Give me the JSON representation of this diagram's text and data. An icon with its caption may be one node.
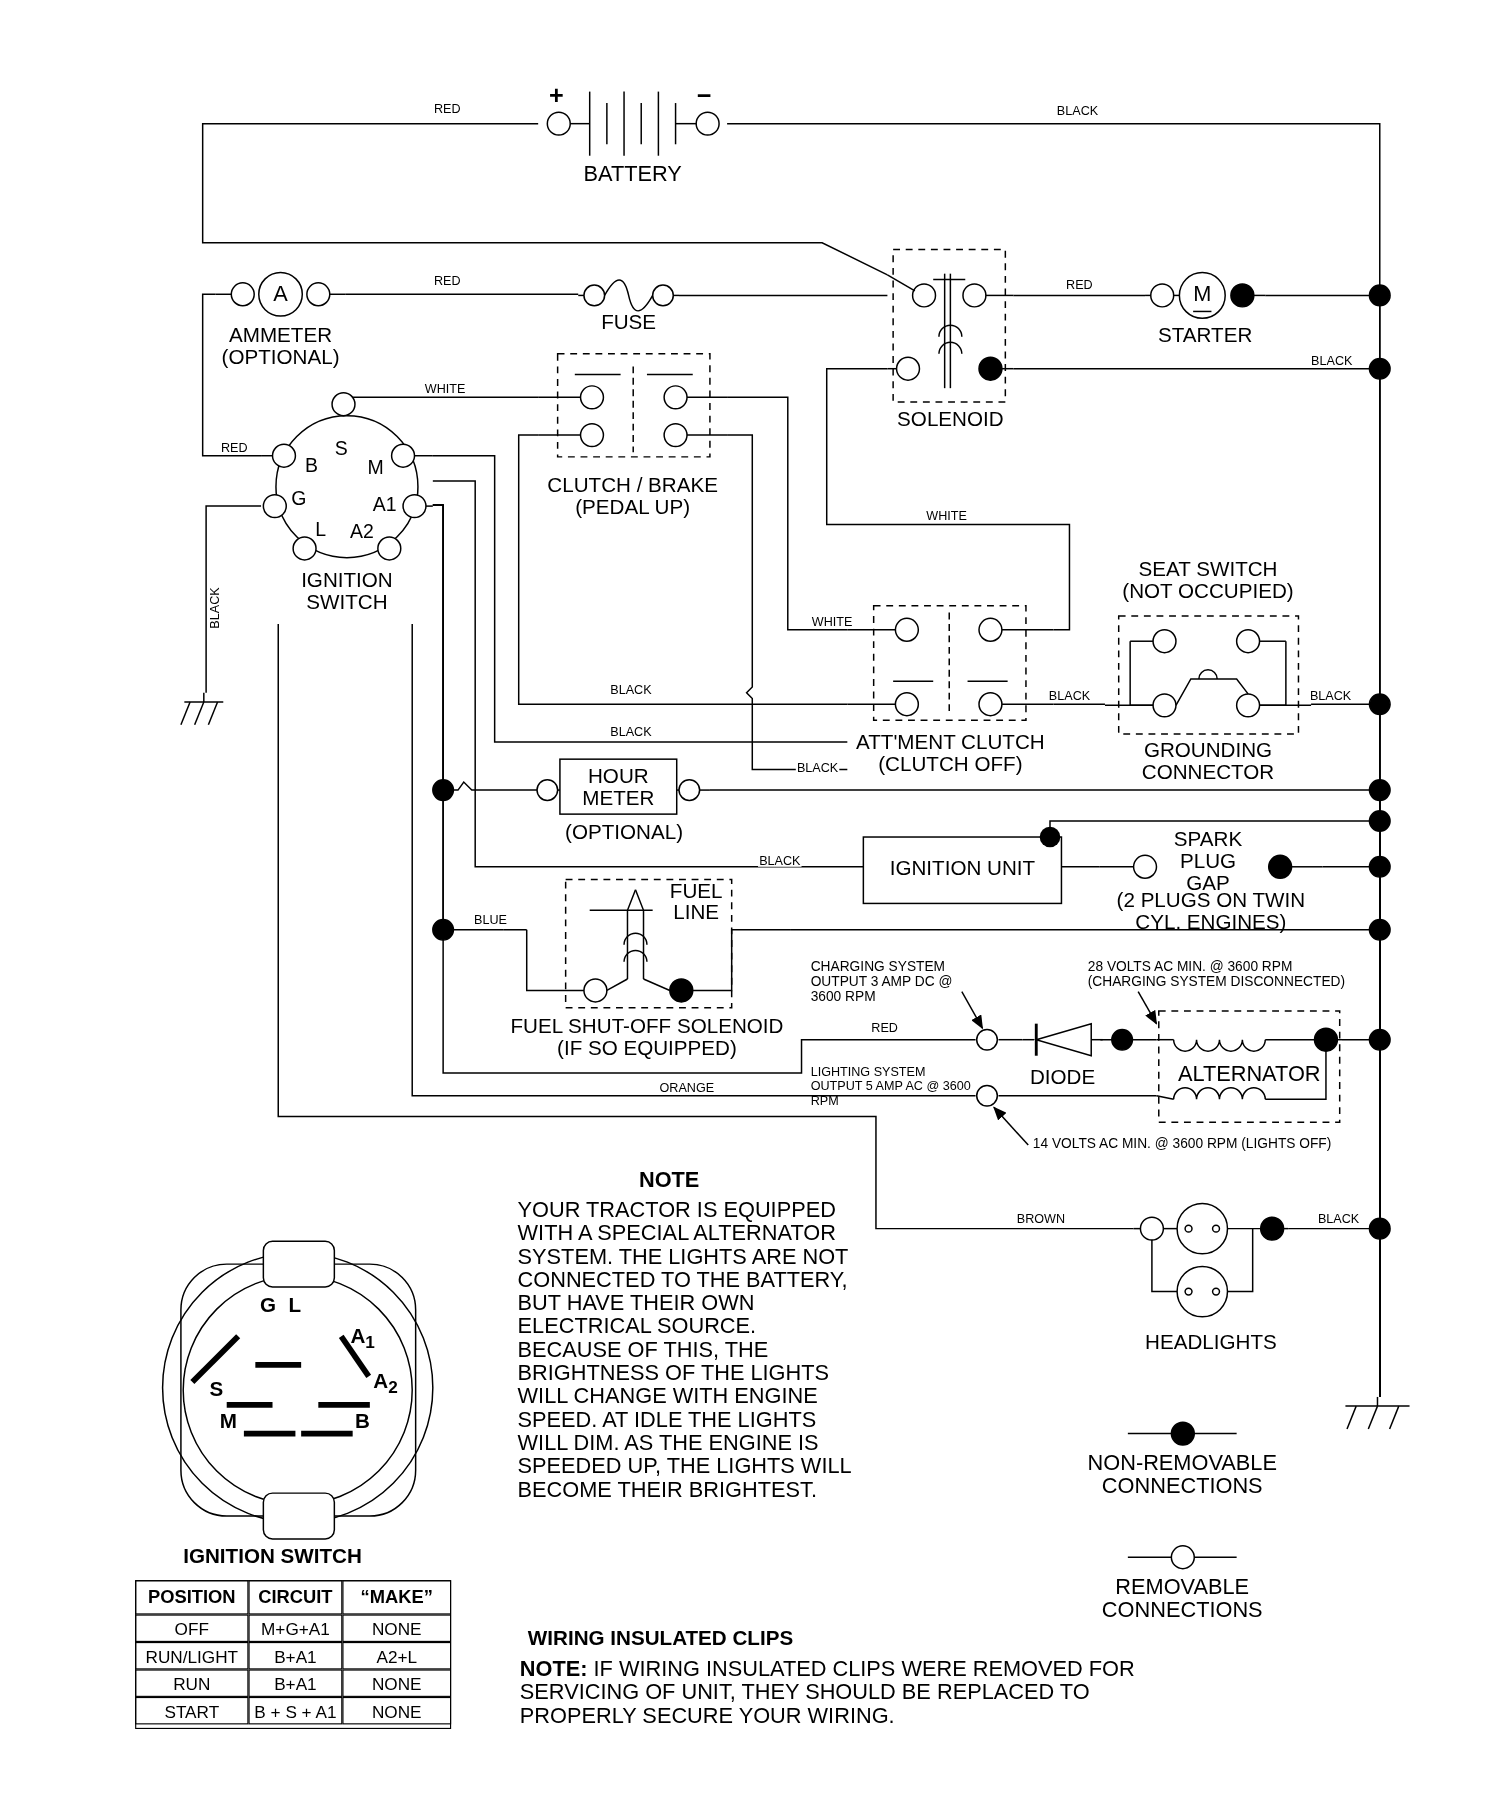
{
  "diagram": {
    "nodes": [
      {
        "text": [
          "+",
          "−",
          "BATTERY"
        ]
      },
      {
        "text": [
          "A",
          "AMMETER (OPTIONAL)"
        ]
      },
      {
        "text": [
          "FUSE"
        ]
      },
      {
        "text": [
          "SOLENOID"
        ]
      },
      {
        "text": [
          "M",
          "STARTER"
        ]
      },
      {
        "text": [
          "B",
          "S",
          "M",
          "G",
          "A1",
          "L",
          "A2",
          "IGNITION SWITCH"
        ]
      },
      {
        "text": [
          "CLUTCH / BRAKE (PEDAL UP)"
        ]
      },
      {
        "text": [
          "ATT'MENT CLUTCH (CLUTCH OFF)"
        ]
      },
      {
        "text": [
          "SEAT SWITCH (NOT OCCUPIED)",
          "GROUNDING CONNECTOR"
        ]
      },
      {
        "text": [
          "HOUR METER"
        ],
        "beside": [
          "(OPTIONAL)"
        ]
      },
      {
        "text": [
          "IGNITION UNIT"
        ]
      },
      {
        "text": [
          "SPARK PLUG GAP",
          "(2 PLUGS ON TWIN CYL. ENGINES)"
        ]
      },
      {
        "text": [
          "FUEL LINE",
          "FUEL SHUT-OFF SOLENOID (IF SO EQUIPPED)"
        ]
      },
      {
        "text": [
          "DIODE"
        ]
      },
      {
        "text": [
          "ALTERNATOR"
        ]
      },
      {
        "text": [
          "HEADLIGHTS"
        ]
      },
      {
        "text": [],
        "shape": "ground"
      },
      {
        "text": [],
        "shape": "ground"
      },
      {
        "text": [
          "CHARGING SYSTEM OUTPUT 3 AMP DC @ 3600 RPM"
        ]
      },
      {
        "text": [
          "28 VOLTS AC MIN. @ 3600 RPM (CHARGING SYSTEM DISCONNECTED)"
        ]
      },
      {
        "text": [
          "14 VOLTS AC MIN. @ 3600 RPM (LIGHTS OFF)"
        ]
      },
      {
        "text": [],
        "shape": "circle"
      },
      {
        "text": [],
        "shape": "circle"
      }
    ],
    "edges": [
      {
        "from": 0,
        "to": 3,
        "arrow": "none",
        "label": "RED"
      },
      {
        "from": 0,
        "to": 17,
        "arrow": "none",
        "label": "BLACK"
      },
      {
        "from": 1,
        "to": 2,
        "arrow": "none",
        "label": "RED"
      },
      {
        "from": 2,
        "to": 3,
        "arrow": "none"
      },
      {
        "from": 5,
        "to": 1,
        "arrow": "none",
        "label": "RED"
      },
      {
        "from": 3,
        "to": 4,
        "arrow": "none",
        "label": "RED"
      },
      {
        "from": 4,
        "to": 17,
        "arrow": "none"
      },
      {
        "from": 3,
        "to": 17,
        "arrow": "none",
        "label": "BLACK"
      },
      {
        "from": 5,
        "to": 16,
        "arrow": "none",
        "label": "BLACK"
      },
      {
        "from": 5,
        "to": 6,
        "arrow": "none",
        "label": "WHITE"
      },
      {
        "from": 3,
        "to": 7,
        "arrow": "none",
        "label": "WHITE"
      },
      {
        "from": 6,
        "to": 7,
        "arrow": "none",
        "label": "WHITE"
      },
      {
        "from": 6,
        "to": 7,
        "arrow": "none",
        "label": "BLACK"
      },
      {
        "from": 6,
        "to": 7,
        "arrow": "none",
        "label": "BLACK"
      },
      {
        "from": 5,
        "to": 7,
        "arrow": "none",
        "label": "BLACK"
      },
      {
        "from": 7,
        "to": 8,
        "arrow": "none",
        "label": "BLACK"
      },
      {
        "from": 8,
        "to": 17,
        "arrow": "none",
        "label": "BLACK"
      },
      {
        "from": 5,
        "to": 10,
        "arrow": "none",
        "label": "BLACK"
      },
      {
        "from": 5,
        "to": 9,
        "arrow": "none"
      },
      {
        "from": 5,
        "to": 12,
        "arrow": "none",
        "label": "BLUE"
      },
      {
        "from": 5,
        "to": 21,
        "arrow": "none",
        "label": "RED"
      },
      {
        "from": 5,
        "to": 22,
        "arrow": "none",
        "label": "ORANGE"
      },
      {
        "from": 5,
        "to": 15,
        "arrow": "none",
        "label": "BROWN"
      },
      {
        "from": 9,
        "to": 17,
        "arrow": "none"
      },
      {
        "from": 10,
        "to": 11,
        "arrow": "none"
      },
      {
        "from": 11,
        "to": 17,
        "arrow": "none"
      },
      {
        "from": 12,
        "to": 17,
        "arrow": "none"
      },
      {
        "from": 21,
        "to": 13,
        "arrow": "none"
      },
      {
        "from": 13,
        "to": 14,
        "arrow": "none"
      },
      {
        "from": 22,
        "to": 14,
        "arrow": "none"
      },
      {
        "from": 14,
        "to": 17,
        "arrow": "none"
      },
      {
        "from": 15,
        "to": 17,
        "arrow": "none",
        "label": "BLACK"
      },
      {
        "from": 10,
        "to": 17,
        "arrow": "other"
      },
      {
        "from": 18,
        "to": 21,
        "arrow": "to"
      },
      {
        "from": 19,
        "to": 14,
        "arrow": "to"
      },
      {
        "from": 20,
        "to": 22,
        "arrow": "to"
      }
    ],
    "labels": [
      "LIGHTING SYSTEM OUTPUT 5 AMP AC @ 3600 RPM",
      "NOTE",
      "YOUR TRACTOR IS EQUIPPED WITH A SPECIAL ALTERNATOR SYSTEM. THE LIGHTS ARE NOT CONNECTED TO THE BATTERY, BUT HAVE THEIR OWN ELECTRICAL SOURCE. BECAUSE OF THIS, THE BRIGHTNESS OF THE LIGHTS WILL CHANGE WITH ENGINE SPEED.  AT IDLE THE LIGHTS WILL DIM.  AS THE ENGINE IS SPEEDED UP, THE LIGHTS WILL BECOME THEIR BRIGHTEST.",
      "G",
      "L",
      "A$_{1}$",
      "S",
      "A$_{2}$",
      "M",
      "B",
      "IGNITION SWITCH",
      "POSITION",
      "CIRCUIT",
      "“MAKE”",
      "OFF",
      "M+G+A1",
      "NONE",
      "RUN/LIGHT",
      "B+A1",
      "A2+L",
      "RUN",
      "B+A1",
      "NONE",
      "START",
      "B + S + A1",
      "NONE",
      "WIRING INSULATED CLIPS",
      "**NOTE:** IF WIRING INSULATED CLIPS WERE REMOVED FOR SERVICING OF UNIT, THEY SHOULD BE REPLACED TO PROPERLY SECURE YOUR WIRING."
    ],
    "legend": [
      {
        "text": "NON-REMOVABLE CONNECTIONS"
      },
      {
        "text": "REMOVABLE CONNECTIONS"
      }
    ]
  }
}
